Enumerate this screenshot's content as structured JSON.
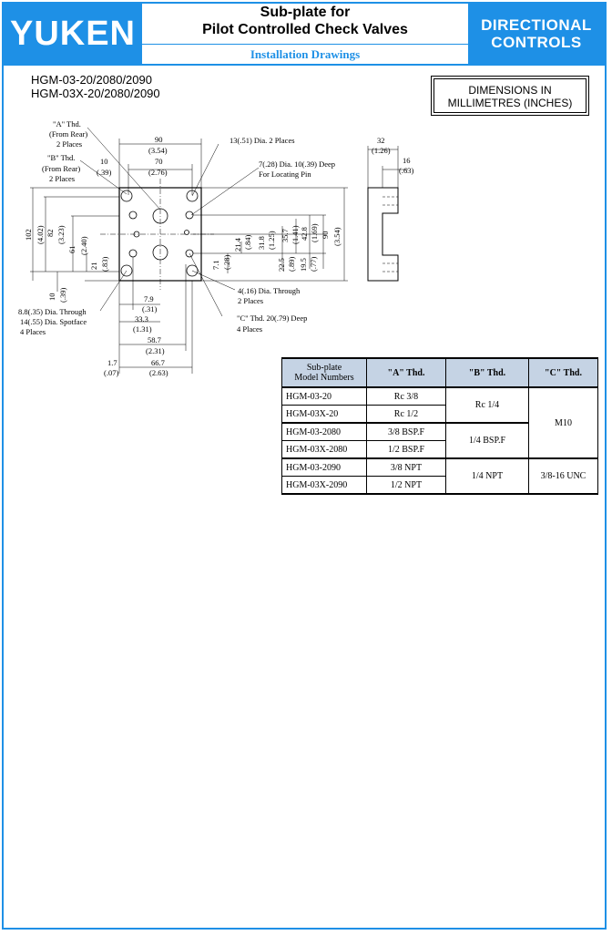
{
  "header": {
    "brand": "YUKEN",
    "title_line1": "Sub-plate for",
    "title_line2": "Pilot Controlled Check Valves",
    "subtitle": "Installation Drawings",
    "category_line1": "DIRECTIONAL",
    "category_line2": "CONTROLS",
    "accent_color": "#1e90e6"
  },
  "models": {
    "line1": "HGM-03-20/2080/2090",
    "line2": "HGM-03X-20/2080/2090"
  },
  "units_box": {
    "line1": "DIMENSIONS IN",
    "line2": "MILLIMETRES (INCHES)"
  },
  "drawing": {
    "labels": {
      "a_thd": "\"A\" Thd.",
      "from_rear": "(From Rear)",
      "two_places": "2 Places",
      "b_thd": "\"B\" Thd.",
      "hole_13": "13(.51) Dia. 2 Places",
      "pin_7": "7(.28) Dia. 10(.39) Deep",
      "for_locating_pin": "For Locating Pin",
      "through_4": "4(.16) Dia. Through",
      "c_thd": "\"C\" Thd. 20(.79) Deep",
      "four_places": "4 Places",
      "through_88": "8.8(.35) Dia. Through",
      "spotface": "14(.55) Dia. Spotface"
    },
    "dims": {
      "d90": "90",
      "d90in": "(3.54)",
      "d70": "70",
      "d70in": "(2.76)",
      "d10": "10",
      "d10in": "(.39)",
      "d102": "102",
      "d102in": "(4.02)",
      "d82": "82",
      "d82in": "(3.23)",
      "d61": "61",
      "d61in": "(2.40)",
      "d21": "21",
      "d21in": "(.83)",
      "d10b": "10",
      "d10bin": "(.39)",
      "d214": "21.4",
      "d214in": "(.84)",
      "d318": "31.8",
      "d318in": "(1.25)",
      "d357": "35.7",
      "d357in": "(1.41)",
      "d428": "42.8",
      "d428in": "(1.69)",
      "d90v": "90",
      "d90vin": "(3.54)",
      "d71": "7.1",
      "d71in": "(.28)",
      "d225": "22.5",
      "d225in": "(.89)",
      "d195": "19.5",
      "d195in": "(.77)",
      "d79": "7.9",
      "d79in": "(.31)",
      "d333": "33.3",
      "d333in": "(1.31)",
      "d587": "58.7",
      "d587in": "(2.31)",
      "d17": "1.7",
      "d17in": "(.07)",
      "d667": "66.7",
      "d667in": "(2.63)",
      "d32": "32",
      "d32in": "(1.26)",
      "d16": "16",
      "d16in": "(.63)"
    }
  },
  "table": {
    "headers": [
      "Sub-plate Model Numbers",
      "\"A\" Thd.",
      "\"B\" Thd.",
      "\"C\" Thd."
    ],
    "header_sub1": "Sub-plate",
    "header_sub2": "Model Numbers",
    "rows": [
      {
        "model": "HGM-03-20",
        "a": "Rc 3/8"
      },
      {
        "model": "HGM-03X-20",
        "a": "Rc 1/2"
      },
      {
        "model": "HGM-03-2080",
        "a": "3/8 BSP.F"
      },
      {
        "model": "HGM-03X-2080",
        "a": "1/2 BSP.F"
      },
      {
        "model": "HGM-03-2090",
        "a": "3/8 NPT"
      },
      {
        "model": "HGM-03X-2090",
        "a": "1/2 NPT"
      }
    ],
    "b_groups": [
      "Rc 1/4",
      "1/4 BSP.F",
      "1/4 NPT"
    ],
    "c_groups": [
      "M10",
      "3/8-16 UNC"
    ],
    "header_color": "#c5d3e4"
  }
}
